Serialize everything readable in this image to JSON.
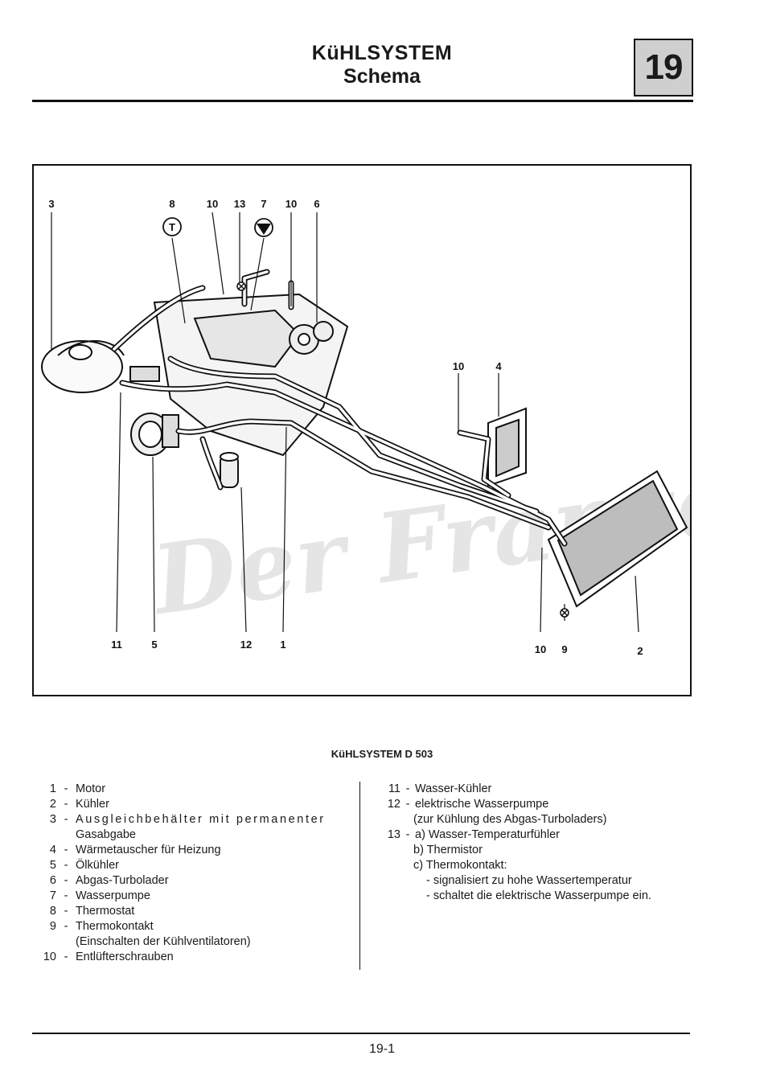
{
  "header": {
    "title": "KüHLSYSTEM",
    "subtitle": "Schema",
    "chapter": "19"
  },
  "figure": {
    "watermark": "Der Franzose",
    "callouts": {
      "c3": "3",
      "c8": "8",
      "c10a": "10",
      "c13": "13",
      "c7": "7",
      "c10b": "10",
      "c6": "6",
      "c10c": "10",
      "c4": "4",
      "c11": "11",
      "c5": "5",
      "c12": "12",
      "c1": "1",
      "c10d": "10",
      "c9": "9",
      "c2": "2"
    },
    "thermostat_symbol": "T"
  },
  "caption": "KüHLSYSTEM D 503",
  "legend_left": [
    {
      "num": "1",
      "text": "Motor"
    },
    {
      "num": "2",
      "text": "Kühler"
    },
    {
      "num": "3",
      "text": "Ausgleichbehälter mit permanenter",
      "cont": "Gasabgabe"
    },
    {
      "num": "4",
      "text": "Wärmetauscher für Heizung"
    },
    {
      "num": "5",
      "text": "Ölkühler"
    },
    {
      "num": "6",
      "text": "Abgas-Turbolader"
    },
    {
      "num": "7",
      "text": "Wasserpumpe"
    },
    {
      "num": "8",
      "text": "Thermostat"
    },
    {
      "num": "9",
      "text": "Thermokontakt",
      "cont": "(Einschalten der Kühlventilatoren)"
    },
    {
      "num": "10",
      "text": "Entlüfterschrauben"
    }
  ],
  "legend_right": {
    "r11": {
      "num": "11",
      "text": "Wasser-Kühler"
    },
    "r12": {
      "num": "12",
      "text": "elektrische Wasserpumpe",
      "cont": "(zur Kühlung des Abgas-Turboladers)"
    },
    "r13": {
      "num": "13",
      "text": "a) Wasser-Temperaturfühler",
      "b": "b) Thermistor",
      "c": "c) Thermokontakt:",
      "c1": "- signalisiert zu hohe Wassertemperatur",
      "c2": "- schaltet die elektrische Wasserpumpe ein."
    }
  },
  "footer": {
    "page": "19-1"
  }
}
